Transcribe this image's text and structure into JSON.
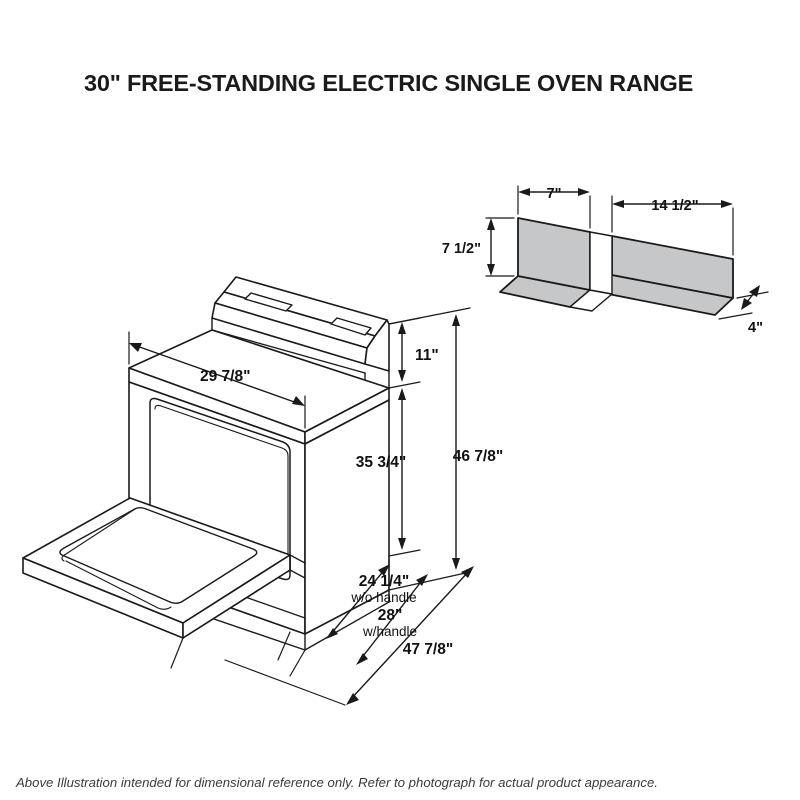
{
  "page": {
    "title": "30\" FREE-STANDING ELECTRIC SINGLE OVEN RANGE",
    "footnote": "Above Illustration intended for dimensional reference only. Refer to photograph for actual product appearance.",
    "background_color": "#FFFFFF",
    "line_color": "#1A1A1A",
    "panel_fill_color": "#C6C7C9"
  },
  "main_drawing": {
    "name": "free-standing-electric-range-isometric",
    "description": "Isometric line drawing of a 30 inch free-standing electric range with the oven door shown in the open position",
    "dimensions": {
      "cooktop_width": "29 7/8\"",
      "backguard_height": "11\"",
      "cooktop_height": "35 3/4\"",
      "overall_height": "46 7/8\"",
      "depth_without_handle": "24 1/4\"",
      "depth_without_handle_note": "w/o handle",
      "depth_with_handle": "28\"",
      "depth_with_handle_note": "w/handle",
      "depth_door_open": "47 7/8\""
    }
  },
  "inset_drawing": {
    "name": "backguard-control-panel-detail",
    "description": "Isometric detail of the range backguard showing control panel segment widths, panel height and base depth",
    "dimensions": {
      "left_segment_width": "7\"",
      "right_segment_width": "14 1/2\"",
      "panel_height": "7 1/2\"",
      "base_depth": "4\""
    }
  }
}
